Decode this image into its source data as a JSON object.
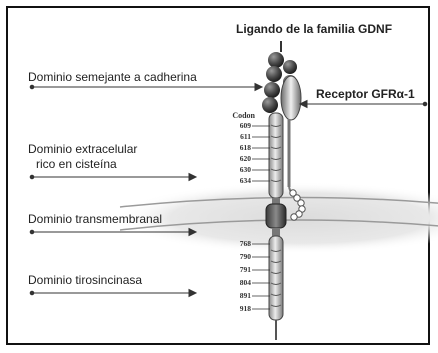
{
  "title": "Ligando de la familia GDNF",
  "receptor_label": "Receptor GFRα-1",
  "domains": {
    "cadherin": "Dominio semejante a cadherina",
    "extracellular_line1": "Dominio extracelular",
    "extracellular_line2": "rico en cisteína",
    "transmembrane": "Dominio transmembranal",
    "tyrosine_kinase": "Dominio tirosincinasa"
  },
  "codon_header": "Codon",
  "codons_extracellular": [
    "609",
    "611",
    "618",
    "620",
    "630",
    "634"
  ],
  "codons_intracellular": [
    "768",
    "790",
    "791",
    "804",
    "891",
    "918"
  ]
}
